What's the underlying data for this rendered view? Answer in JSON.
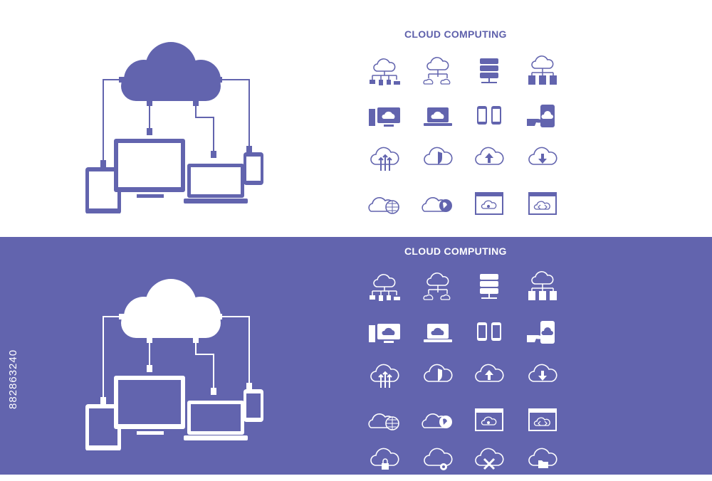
{
  "colors": {
    "primary": "#6264ae",
    "light_bg": "#ffffff",
    "dark_bg": "#6264ae",
    "dark_fg": "#ffffff"
  },
  "light_section": {
    "title": "CLOUD COMPUTING"
  },
  "dark_section": {
    "title": "CLOUD COMPUTING"
  },
  "main_illustration": [
    "cloud-icon",
    "tablet-icon",
    "monitor-icon",
    "laptop-icon",
    "smartphone-icon"
  ],
  "icon_rows": [
    [
      "cloud-devices-network-icon",
      "cloud-network-icon",
      "cloud-server-icon",
      "cloud-hosting-icon"
    ],
    [
      "desktop-cloud-icon",
      "laptop-cloud-icon",
      "mobile-sync-icon",
      "hand-phone-cloud-icon"
    ],
    [
      "cloud-transfer-icon",
      "cloud-security-icon",
      "cloud-upload-icon",
      "cloud-download-icon"
    ],
    [
      "cloud-globe-icon",
      "cloud-globe-filled-icon",
      "browser-cloud-settings-icon",
      "browser-cloud-code-icon"
    ]
  ],
  "extra_row": [
    "cloud-lock-icon",
    "cloud-settings-icon",
    "cloud-tools-icon",
    "cloud-folder-icon"
  ],
  "watermark": "882863240"
}
